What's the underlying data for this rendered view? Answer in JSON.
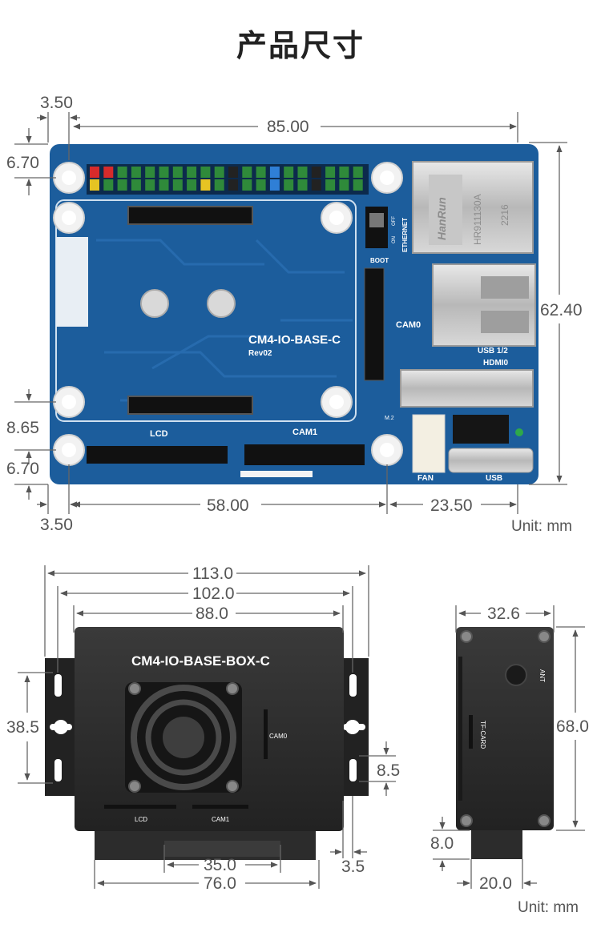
{
  "title": "产品尺寸",
  "unit_label": "Unit: mm",
  "board": {
    "name": "CM4-IO-BASE-C",
    "rev": "Rev02",
    "labels": {
      "lcd": "LCD",
      "cam1": "CAM1",
      "cam0": "CAM0",
      "boot": "BOOT",
      "on": "ON",
      "off": "OFF",
      "ethernet": "ETHERNET",
      "usb12": "USB 1/2",
      "hdmi0": "HDMI0",
      "fan": "FAN",
      "usb": "USB",
      "m2": "M.2",
      "rj45_brand": "HanRun",
      "rj45_part": "HR911130A",
      "rj45_date": "2216"
    },
    "dims": {
      "top_offset": "3.50",
      "width": "85.00",
      "hole_top": "6.70",
      "height": "62.40",
      "hole_gap": "8.65",
      "hole_bottom": "6.70",
      "bottom_offset": "3.50",
      "hole_spacing": "58.00",
      "right_span": "23.50"
    }
  },
  "box": {
    "name": "CM4-IO-BASE-BOX-C",
    "labels": {
      "cam0": "CAM0",
      "lcd": "LCD",
      "cam1": "CAM1"
    },
    "dims": {
      "overall": "113.0",
      "mount": "102.0",
      "body": "88.0",
      "height": "38.5",
      "slot": "8.5",
      "rail_slot": "35.0",
      "rail": "76.0",
      "edge": "3.5"
    }
  },
  "side": {
    "labels": {
      "ant": "ANT",
      "tf_card": "TF-CARD"
    },
    "dims": {
      "width": "32.6",
      "height": "68.0",
      "rail_h": "8.0",
      "rail_w": "20.0"
    }
  },
  "colors": {
    "board": "#1d5f9e",
    "pin_green": "#2f8a3a",
    "enclosure": "#2b2b2b"
  }
}
